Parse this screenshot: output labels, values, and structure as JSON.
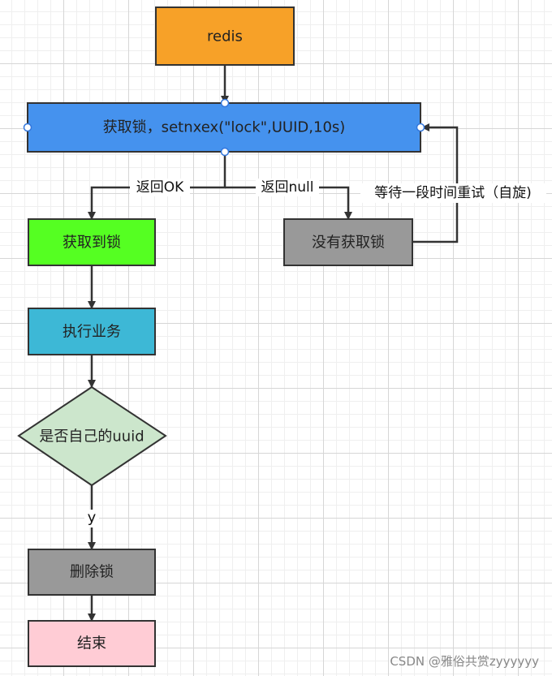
{
  "nodes": {
    "redis": "redis",
    "acquire": "获取锁，setnxex(\"lock\",UUID,10s)",
    "got_lock": "获取到锁",
    "no_lock": "没有获取锁",
    "execute": "执行业务",
    "check_uuid": "是否自己的uuid",
    "delete_lock": "删除锁",
    "end": "结束"
  },
  "edges": {
    "return_ok": "返回OK",
    "return_null": "返回null",
    "retry": "等待一段时间重试（自旋)",
    "yes": "y"
  },
  "watermark": "CSDN @雅俗共赏zyyyyyy",
  "colors": {
    "redis": "#F7A128",
    "acquire": "#4592EE",
    "got_lock": "#55FF22",
    "no_lock": "#999999",
    "execute": "#3DB8D6",
    "check_uuid": "#CCE6CC",
    "delete_lock": "#999999",
    "end": "#FFCCD5"
  }
}
